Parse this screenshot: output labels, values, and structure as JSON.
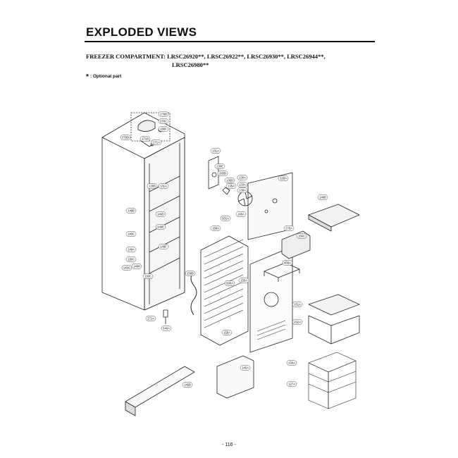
{
  "header": {
    "title": "EXPLODED VIEWS"
  },
  "compartment": {
    "label": "FREEZER COMPARTMENT:",
    "models_line1": "LRSC26920**, LRSC26922**, LRSC26930**, LRSC26944**,",
    "models_line2": "LRSC26980**"
  },
  "note": {
    "symbol": "*",
    "text": ": Optional part"
  },
  "callouts": [
    "276B",
    "276C",
    "280F",
    "276D",
    "271B",
    "271A",
    "131A",
    "130E",
    "283B",
    "130D",
    "130A",
    "135A",
    "328A",
    "136A",
    "130B",
    "131A",
    "149B",
    "149D",
    "149E",
    "149F",
    "149C",
    "149A",
    "130C",
    "149G",
    "149H",
    "130C",
    "501A",
    "158A",
    "158B",
    "155A",
    "156A",
    "133A",
    "271A",
    "540A",
    "500A",
    "275A",
    "409A",
    "156C",
    "151A",
    "152A",
    "150A",
    "127A",
    "145A",
    "149B",
    "145B",
    "160A"
  ],
  "footer": {
    "page_number": "- 116 -"
  }
}
